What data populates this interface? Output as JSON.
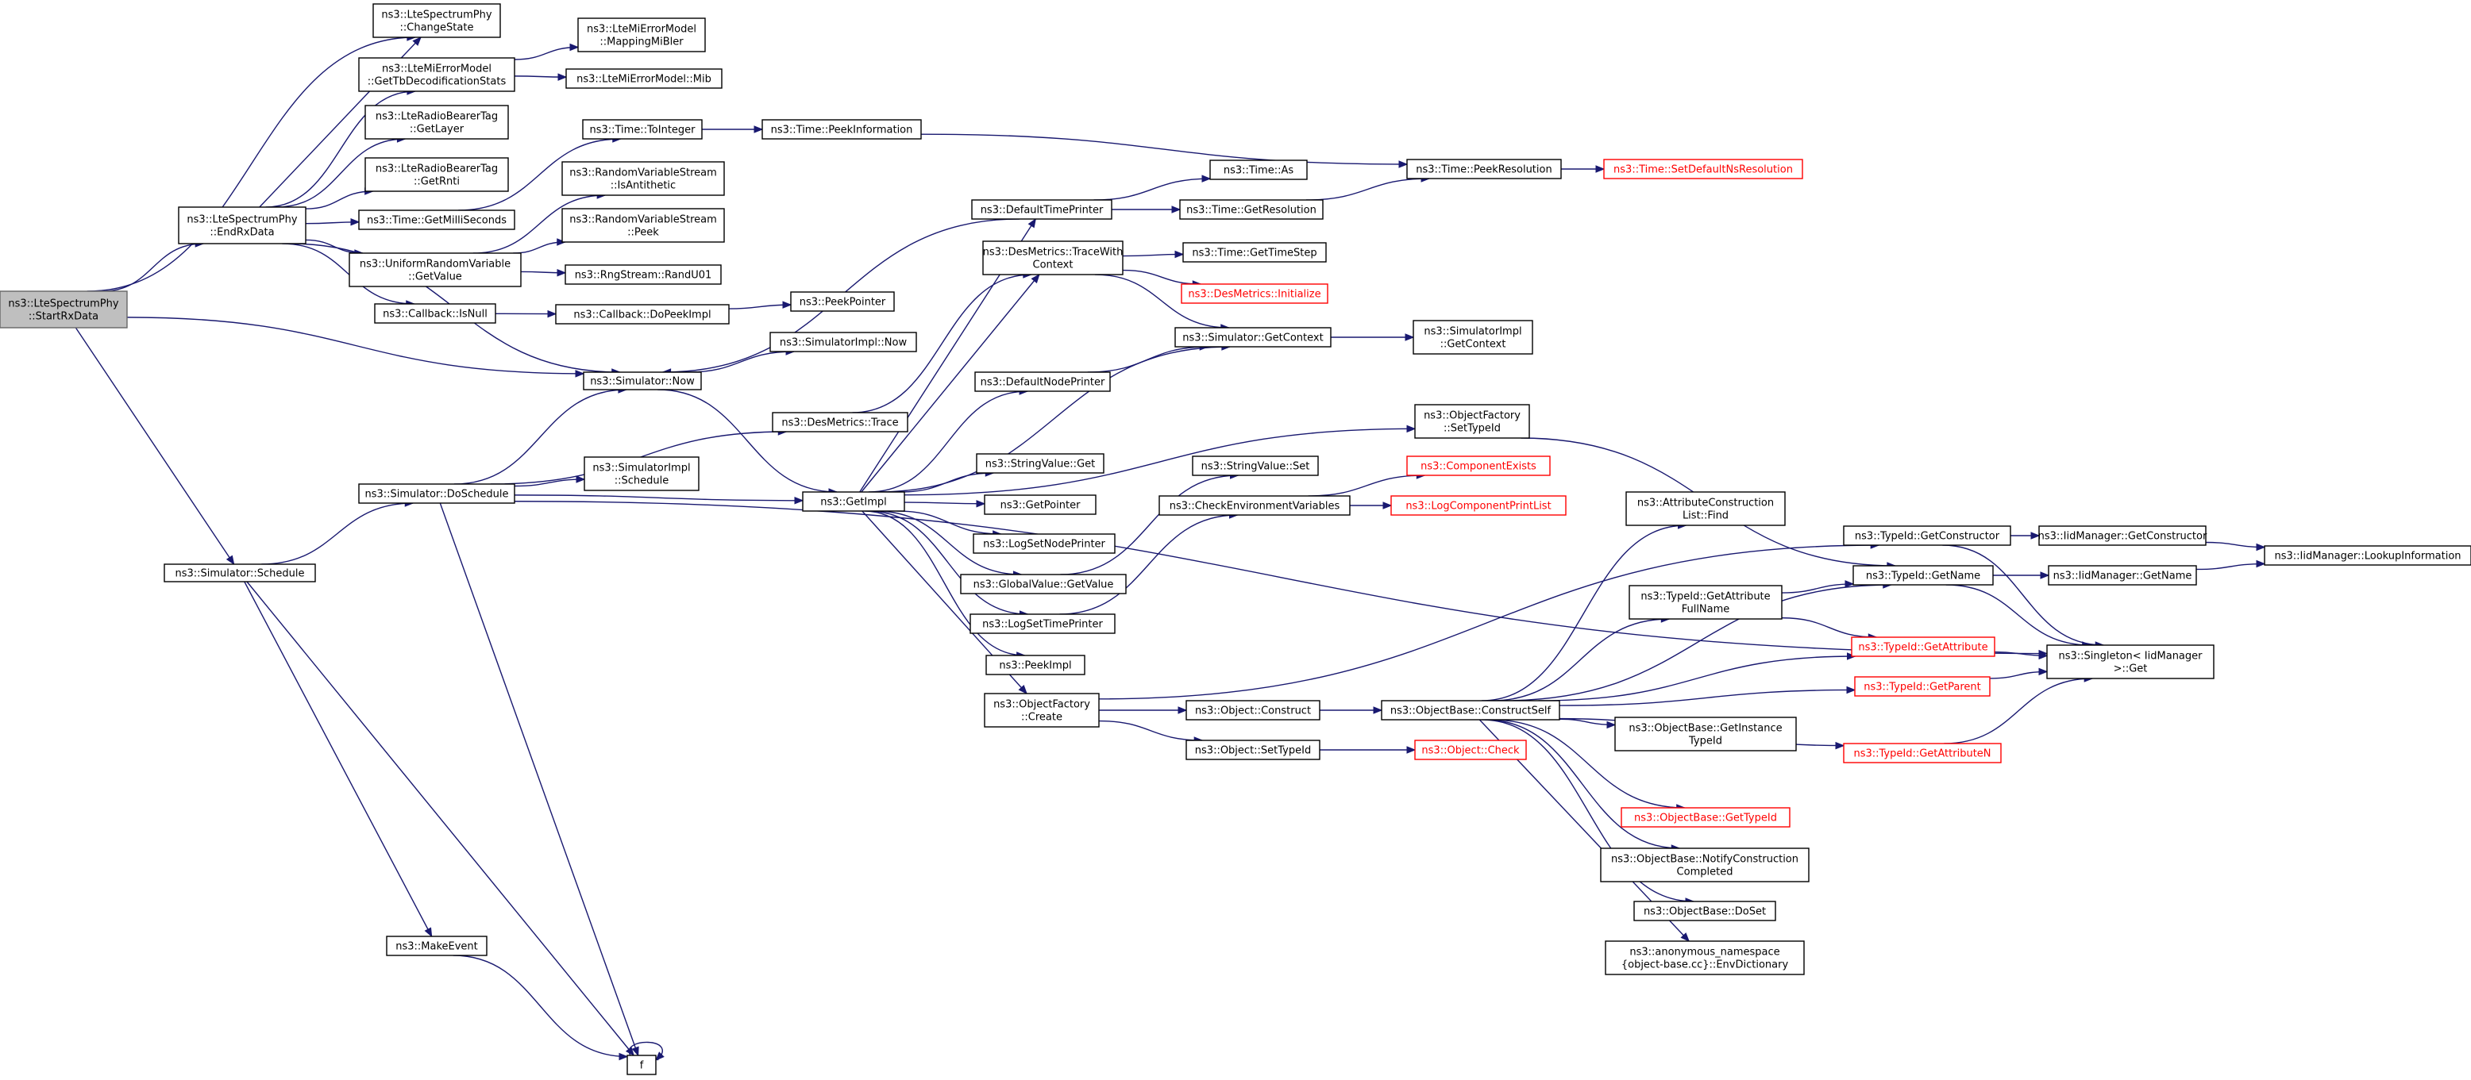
{
  "graph": {
    "type": "call-graph",
    "root": "start_rx",
    "nodes": [
      {
        "id": "start_rx",
        "lines": [
          "ns3::LteSpectrumPhy",
          "::StartRxData"
        ],
        "style": "root"
      },
      {
        "id": "change_state",
        "lines": [
          "ns3::LteSpectrumPhy",
          "::ChangeState"
        ]
      },
      {
        "id": "end_rx",
        "lines": [
          "ns3::LteSpectrumPhy",
          "::EndRxData"
        ]
      },
      {
        "id": "sim_now",
        "lines": [
          "ns3::Simulator::Now"
        ]
      },
      {
        "id": "sim_schedule",
        "lines": [
          "ns3::Simulator::Schedule"
        ]
      },
      {
        "id": "get_tb",
        "lines": [
          "ns3::LteMiErrorModel",
          "::GetTbDecodificationStats"
        ]
      },
      {
        "id": "mapping",
        "lines": [
          "ns3::LteMiErrorModel",
          "::MappingMiBler"
        ]
      },
      {
        "id": "mib",
        "lines": [
          "ns3::LteMiErrorModel::Mib"
        ]
      },
      {
        "id": "get_layer",
        "lines": [
          "ns3::LteRadioBearerTag",
          "::GetLayer"
        ]
      },
      {
        "id": "get_rnti",
        "lines": [
          "ns3::LteRadioBearerTag",
          "::GetRnti"
        ]
      },
      {
        "id": "get_ms",
        "lines": [
          "ns3::Time::GetMilliSeconds"
        ]
      },
      {
        "id": "urv_get",
        "lines": [
          "ns3::UniformRandomVariable",
          "::GetValue"
        ]
      },
      {
        "id": "cb_isnull",
        "lines": [
          "ns3::Callback::IsNull"
        ]
      },
      {
        "id": "to_integer",
        "lines": [
          "ns3::Time::ToInteger"
        ]
      },
      {
        "id": "peek_info",
        "lines": [
          "ns3::Time::PeekInformation"
        ]
      },
      {
        "id": "rvs_anti",
        "lines": [
          "ns3::RandomVariableStream",
          "::IsAntithetic"
        ]
      },
      {
        "id": "rvs_peek",
        "lines": [
          "ns3::RandomVariableStream",
          "::Peek"
        ]
      },
      {
        "id": "randu01",
        "lines": [
          "ns3::RngStream::RandU01"
        ]
      },
      {
        "id": "cb_dopeek",
        "lines": [
          "ns3::Callback::DoPeekImpl"
        ]
      },
      {
        "id": "peek_pointer",
        "lines": [
          "ns3::PeekPointer"
        ]
      },
      {
        "id": "simimpl_now",
        "lines": [
          "ns3::SimulatorImpl::Now"
        ]
      },
      {
        "id": "des_trace",
        "lines": [
          "ns3::DesMetrics::Trace"
        ]
      },
      {
        "id": "get_impl",
        "lines": [
          "ns3::GetImpl"
        ]
      },
      {
        "id": "do_schedule",
        "lines": [
          "ns3::Simulator::DoSchedule"
        ]
      },
      {
        "id": "simimpl_sched",
        "lines": [
          "ns3::SimulatorImpl",
          "::Schedule"
        ]
      },
      {
        "id": "make_event",
        "lines": [
          "ns3::MakeEvent"
        ]
      },
      {
        "id": "f",
        "lines": [
          "f"
        ]
      },
      {
        "id": "default_time",
        "lines": [
          "ns3::DefaultTimePrinter"
        ]
      },
      {
        "id": "des_trace_ctx",
        "lines": [
          "ns3::DesMetrics::TraceWith",
          "Context"
        ]
      },
      {
        "id": "default_node",
        "lines": [
          "ns3::DefaultNodePrinter"
        ]
      },
      {
        "id": "stringvalue_get",
        "lines": [
          "ns3::StringValue::Get"
        ]
      },
      {
        "id": "get_pointer",
        "lines": [
          "ns3::GetPointer"
        ]
      },
      {
        "id": "log_node",
        "lines": [
          "ns3::LogSetNodePrinter"
        ]
      },
      {
        "id": "gv_get",
        "lines": [
          "ns3::GlobalValue::GetValue"
        ]
      },
      {
        "id": "log_time",
        "lines": [
          "ns3::LogSetTimePrinter"
        ]
      },
      {
        "id": "peek_impl",
        "lines": [
          "ns3::PeekImpl"
        ]
      },
      {
        "id": "of_create",
        "lines": [
          "ns3::ObjectFactory",
          "::Create"
        ]
      },
      {
        "id": "time_as",
        "lines": [
          "ns3::Time::As"
        ]
      },
      {
        "id": "get_res",
        "lines": [
          "ns3::Time::GetResolution"
        ]
      },
      {
        "id": "get_timestep",
        "lines": [
          "ns3::Time::GetTimeStep"
        ]
      },
      {
        "id": "des_init",
        "lines": [
          "ns3::DesMetrics::Initialize"
        ],
        "style": "red"
      },
      {
        "id": "sim_getctx",
        "lines": [
          "ns3::Simulator::GetContext"
        ]
      },
      {
        "id": "stringvalue_set",
        "lines": [
          "ns3::StringValue::Set"
        ]
      },
      {
        "id": "check_env",
        "lines": [
          "ns3::CheckEnvironmentVariables"
        ]
      },
      {
        "id": "obj_construct",
        "lines": [
          "ns3::Object::Construct"
        ]
      },
      {
        "id": "obj_settype",
        "lines": [
          "ns3::Object::SetTypeId"
        ]
      },
      {
        "id": "peek_res",
        "lines": [
          "ns3::Time::PeekResolution"
        ]
      },
      {
        "id": "set_default_ns",
        "lines": [
          "ns3::Time::SetDefaultNsResolution"
        ],
        "style": "red"
      },
      {
        "id": "simimpl_getctx",
        "lines": [
          "ns3::SimulatorImpl",
          "::GetContext"
        ]
      },
      {
        "id": "of_settype",
        "lines": [
          "ns3::ObjectFactory",
          "::SetTypeId"
        ]
      },
      {
        "id": "comp_exists",
        "lines": [
          "ns3::ComponentExists"
        ],
        "style": "red"
      },
      {
        "id": "log_print_list",
        "lines": [
          "ns3::LogComponentPrintList"
        ],
        "style": "red"
      },
      {
        "id": "obj_check",
        "lines": [
          "ns3::Object::Check"
        ],
        "style": "red"
      },
      {
        "id": "construct_self",
        "lines": [
          "ns3::ObjectBase::ConstructSelf"
        ]
      },
      {
        "id": "attr_find",
        "lines": [
          "ns3::AttributeConstruction",
          "List::Find"
        ]
      },
      {
        "id": "get_attr_full",
        "lines": [
          "ns3::TypeId::GetAttribute",
          "FullName"
        ]
      },
      {
        "id": "ob_instance",
        "lines": [
          "ns3::ObjectBase::GetInstance",
          "TypeId"
        ]
      },
      {
        "id": "ob_gettype",
        "lines": [
          "ns3::ObjectBase::GetTypeId"
        ],
        "style": "red"
      },
      {
        "id": "ob_notify",
        "lines": [
          "ns3::ObjectBase::NotifyConstruction",
          "Completed"
        ]
      },
      {
        "id": "ob_doset",
        "lines": [
          "ns3::ObjectBase::DoSet"
        ]
      },
      {
        "id": "env_dict",
        "lines": [
          "ns3::anonymous_namespace",
          "{object-base.cc}::EnvDictionary"
        ]
      },
      {
        "id": "tid_getctor",
        "lines": [
          "ns3::TypeId::GetConstructor"
        ]
      },
      {
        "id": "tid_getname",
        "lines": [
          "ns3::TypeId::GetName"
        ]
      },
      {
        "id": "tid_getattr",
        "lines": [
          "ns3::TypeId::GetAttribute"
        ],
        "style": "red"
      },
      {
        "id": "tid_getparent",
        "lines": [
          "ns3::TypeId::GetParent"
        ],
        "style": "red"
      },
      {
        "id": "tid_getattrn",
        "lines": [
          "ns3::TypeId::GetAttributeN"
        ],
        "style": "red"
      },
      {
        "id": "iid_getctor",
        "lines": [
          "ns3::IidManager::GetConstructor"
        ]
      },
      {
        "id": "iid_getname",
        "lines": [
          "ns3::IidManager::GetName"
        ]
      },
      {
        "id": "singleton_get",
        "lines": [
          "ns3::Singleton< IidManager",
          " >::Get"
        ]
      },
      {
        "id": "iid_lookup",
        "lines": [
          "ns3::IidManager::LookupInformation"
        ]
      }
    ],
    "edges": [
      [
        "start_rx",
        "change_state"
      ],
      [
        "start_rx",
        "end_rx"
      ],
      [
        "start_rx",
        "sim_now"
      ],
      [
        "start_rx",
        "sim_schedule"
      ],
      [
        "end_rx",
        "change_state"
      ],
      [
        "end_rx",
        "get_tb"
      ],
      [
        "end_rx",
        "get_layer"
      ],
      [
        "end_rx",
        "get_rnti"
      ],
      [
        "end_rx",
        "get_ms"
      ],
      [
        "end_rx",
        "urv_get"
      ],
      [
        "end_rx",
        "cb_isnull"
      ],
      [
        "end_rx",
        "sim_now"
      ],
      [
        "get_tb",
        "mapping"
      ],
      [
        "get_tb",
        "mib"
      ],
      [
        "get_ms",
        "to_integer"
      ],
      [
        "to_integer",
        "peek_info"
      ],
      [
        "peek_info",
        "peek_res"
      ],
      [
        "urv_get",
        "rvs_anti"
      ],
      [
        "urv_get",
        "rvs_peek"
      ],
      [
        "urv_get",
        "randu01"
      ],
      [
        "cb_isnull",
        "cb_dopeek"
      ],
      [
        "cb_dopeek",
        "peek_pointer"
      ],
      [
        "sim_now",
        "simimpl_now"
      ],
      [
        "sim_now",
        "get_impl"
      ],
      [
        "sim_schedule",
        "do_schedule"
      ],
      [
        "sim_schedule",
        "make_event"
      ],
      [
        "sim_schedule",
        "f"
      ],
      [
        "do_schedule",
        "sim_now"
      ],
      [
        "do_schedule",
        "des_trace"
      ],
      [
        "do_schedule",
        "simimpl_sched"
      ],
      [
        "do_schedule",
        "get_impl"
      ],
      [
        "do_schedule",
        "singleton_get"
      ],
      [
        "do_schedule",
        "f"
      ],
      [
        "make_event",
        "f"
      ],
      [
        "f",
        "f"
      ],
      [
        "des_trace",
        "des_trace_ctx"
      ],
      [
        "get_impl",
        "default_time"
      ],
      [
        "get_impl",
        "des_trace_ctx"
      ],
      [
        "get_impl",
        "sim_getctx"
      ],
      [
        "get_impl",
        "default_node"
      ],
      [
        "get_impl",
        "of_settype"
      ],
      [
        "get_impl",
        "stringvalue_get"
      ],
      [
        "get_impl",
        "get_pointer"
      ],
      [
        "get_impl",
        "log_node"
      ],
      [
        "get_impl",
        "gv_get"
      ],
      [
        "get_impl",
        "log_time"
      ],
      [
        "get_impl",
        "peek_impl"
      ],
      [
        "get_impl",
        "of_create"
      ],
      [
        "default_time",
        "sim_now"
      ],
      [
        "default_time",
        "time_as"
      ],
      [
        "default_time",
        "get_res"
      ],
      [
        "get_res",
        "peek_res"
      ],
      [
        "peek_res",
        "set_default_ns"
      ],
      [
        "des_trace_ctx",
        "get_timestep"
      ],
      [
        "des_trace_ctx",
        "des_init"
      ],
      [
        "des_trace_ctx",
        "sim_getctx"
      ],
      [
        "default_node",
        "sim_getctx"
      ],
      [
        "sim_getctx",
        "simimpl_getctx"
      ],
      [
        "gv_get",
        "stringvalue_set"
      ],
      [
        "log_time",
        "check_env"
      ],
      [
        "check_env",
        "comp_exists"
      ],
      [
        "check_env",
        "log_print_list"
      ],
      [
        "of_settype",
        "tid_getname"
      ],
      [
        "of_create",
        "tid_getctor"
      ],
      [
        "of_create",
        "obj_construct"
      ],
      [
        "of_create",
        "obj_settype"
      ],
      [
        "obj_construct",
        "construct_self"
      ],
      [
        "obj_settype",
        "obj_check"
      ],
      [
        "construct_self",
        "attr_find"
      ],
      [
        "construct_self",
        "tid_getname"
      ],
      [
        "construct_self",
        "get_attr_full"
      ],
      [
        "construct_self",
        "tid_getattr"
      ],
      [
        "construct_self",
        "tid_getparent"
      ],
      [
        "construct_self",
        "ob_instance"
      ],
      [
        "construct_self",
        "tid_getattrn"
      ],
      [
        "construct_self",
        "ob_gettype"
      ],
      [
        "construct_self",
        "ob_notify"
      ],
      [
        "construct_self",
        "ob_doset"
      ],
      [
        "construct_self",
        "env_dict"
      ],
      [
        "get_attr_full",
        "tid_getname"
      ],
      [
        "get_attr_full",
        "tid_getattr"
      ],
      [
        "tid_getctor",
        "iid_getctor"
      ],
      [
        "tid_getctor",
        "singleton_get"
      ],
      [
        "tid_getname",
        "iid_getname"
      ],
      [
        "tid_getname",
        "singleton_get"
      ],
      [
        "tid_getattr",
        "singleton_get"
      ],
      [
        "tid_getparent",
        "singleton_get"
      ],
      [
        "tid_getattrn",
        "singleton_get"
      ],
      [
        "iid_getctor",
        "iid_lookup"
      ],
      [
        "iid_getname",
        "iid_lookup"
      ]
    ]
  },
  "colors": {
    "edge": "#191970",
    "root_fill": "#bfbfbf",
    "root_stroke": "#666666",
    "red_node": "#ff0000"
  }
}
